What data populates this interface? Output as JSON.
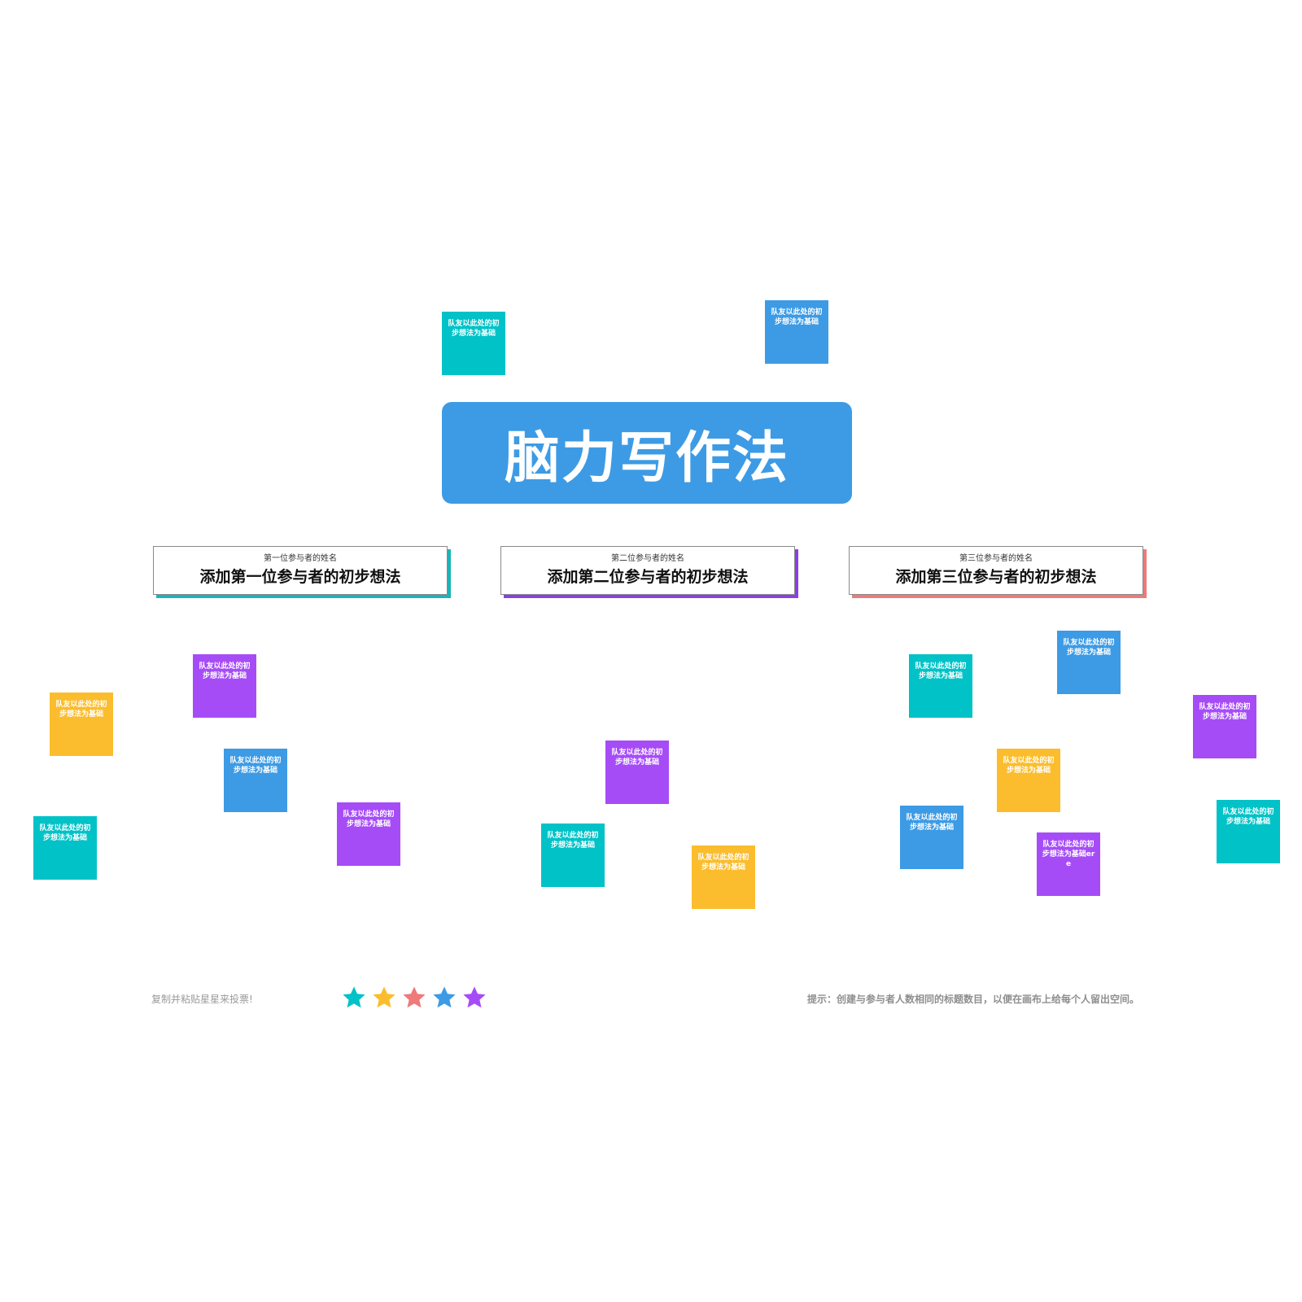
{
  "title": "脑力写作法",
  "headers": [
    {
      "sub": "第一位参与者的姓名",
      "main": "添加第一位参与者的初步想法",
      "accent": "#1bb3b8"
    },
    {
      "sub": "第二位参与者的姓名",
      "main": "添加第二位参与者的初步想法",
      "accent": "#8b3fe6"
    },
    {
      "sub": "第三位参与者的姓名",
      "main": "添加第三位参与者的初步想法",
      "accent": "#ee7a7a"
    }
  ],
  "notes": [
    {
      "text": "队友以此处的初步想法为基础",
      "color": "teal"
    },
    {
      "text": "队友以此处的初步想法为基础",
      "color": "blue"
    },
    {
      "text": "队友以此处的初步想法为基础",
      "color": "purple"
    },
    {
      "text": "队友以此处的初步想法为基础",
      "color": "yellow"
    },
    {
      "text": "队友以此处的初步想法为基础",
      "color": "blue"
    },
    {
      "text": "队友以此处的初步想法为基础",
      "color": "purple"
    },
    {
      "text": "队友以此处的初步想法为基础",
      "color": "teal"
    },
    {
      "text": "队友以此处的初步想法为基础",
      "color": "purple"
    },
    {
      "text": "队友以此处的初步想法为基础",
      "color": "teal"
    },
    {
      "text": "队友以此处的初步想法为基础",
      "color": "yellow"
    },
    {
      "text": "队友以此处的初步想法为基础",
      "color": "teal"
    },
    {
      "text": "队友以此处的初步想法为基础",
      "color": "blue"
    },
    {
      "text": "队友以此处的初步想法为基础",
      "color": "purple"
    },
    {
      "text": "队友以此处的初步想法为基础",
      "color": "yellow"
    },
    {
      "text": "队友以此处的初步想法为基础",
      "color": "blue"
    },
    {
      "text": "队友以此处的初步想法为基础ere",
      "color": "purple"
    },
    {
      "text": "队友以此处的初步想法为基础",
      "color": "teal"
    }
  ],
  "footer": {
    "vote_text": "复制并粘贴星星来投票!",
    "tip_text": "提示：创建与参与者人数相同的标题数目，以便在画布上给每个人留出空间。"
  },
  "stars": [
    {
      "icon": "star-icon",
      "color": "#00c2c7"
    },
    {
      "icon": "star-icon",
      "color": "#fbbd2d"
    },
    {
      "icon": "star-icon",
      "color": "#ee7a7a"
    },
    {
      "icon": "star-icon",
      "color": "#3d9be5"
    },
    {
      "icon": "star-icon",
      "color": "#a64cf7"
    }
  ]
}
